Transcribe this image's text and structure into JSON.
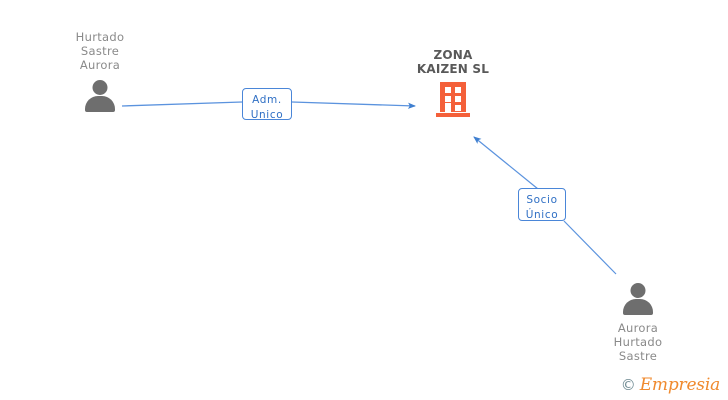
{
  "diagram": {
    "title": "Corporate relations diagram",
    "background_color": "#ffffff",
    "company": {
      "name": "ZONA\nKAIZEN SL",
      "icon": "building-icon",
      "color": "#f4603a"
    },
    "people": [
      {
        "id": "person-left",
        "name": "Hurtado\nSastre\nAurora",
        "icon": "person-icon",
        "color": "#6e6e6e",
        "label_position": "above"
      },
      {
        "id": "person-bottom-right",
        "name": "Aurora\nHurtado\nSastre",
        "icon": "person-icon",
        "color": "#6e6e6e",
        "label_position": "below"
      }
    ],
    "relations": [
      {
        "id": "relation-adm-unico",
        "label": "Adm.\nUnico",
        "from": "person-left",
        "to": "company",
        "color": "#4a86d8"
      },
      {
        "id": "relation-socio-unico",
        "label": "Socio\nÚnico",
        "from": "person-bottom-right",
        "to": "company",
        "color": "#4a86d8"
      }
    ],
    "watermark": {
      "copyright": "©",
      "brand": "Empresia"
    }
  }
}
